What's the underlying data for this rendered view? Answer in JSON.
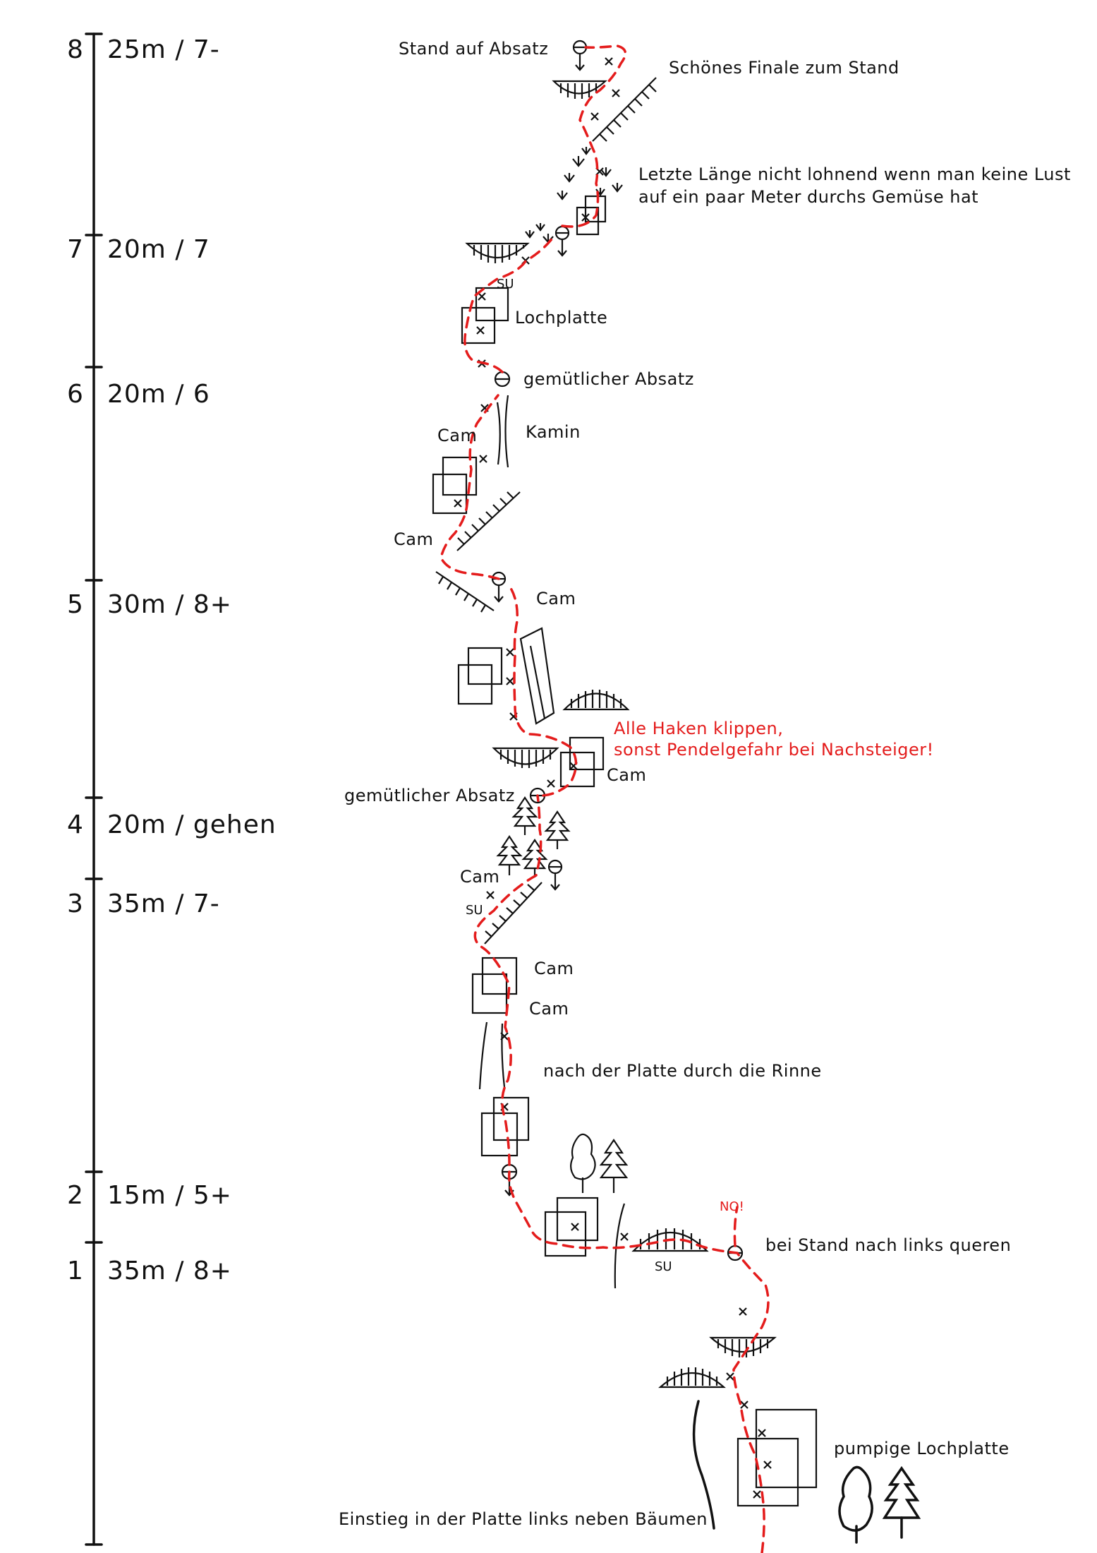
{
  "pitches": [
    {
      "number": "8",
      "info": "25m / 7-"
    },
    {
      "number": "7",
      "info": "20m / 7"
    },
    {
      "number": "6",
      "info": "20m / 6"
    },
    {
      "number": "5",
      "info": "30m / 8+"
    },
    {
      "number": "4",
      "info": "20m / gehen"
    },
    {
      "number": "3",
      "info": "35m / 7-"
    },
    {
      "number": "2",
      "info": "15m / 5+"
    },
    {
      "number": "1",
      "info": "35m / 8+"
    }
  ],
  "annotations": {
    "stand_auf_absatz": "Stand auf Absatz",
    "schoenes_finale": "Schönes Finale zum Stand",
    "letzte_laenge_1": "Letzte Länge nicht lohnend wenn man keine Lust",
    "letzte_laenge_2": "auf ein paar Meter durchs Gemüse hat",
    "lochplatte": "Lochplatte",
    "gemuetlicher_absatz_top": "gemütlicher Absatz",
    "kamin": "Kamin",
    "gemuetlicher_absatz_mid": "gemütlicher Absatz",
    "haken_1": "Alle Haken klippen,",
    "haken_2": "sonst Pendelgefahr bei Nachsteiger!",
    "rinne": "nach der Platte durch die Rinne",
    "no": "NO!",
    "queren": "bei Stand nach links queren",
    "pumpige_lochplatte": "pumpige Lochplatte",
    "einstieg": "Einstieg in der Platte links neben Bäumen",
    "cam": "Cam",
    "su": "SU"
  },
  "colors": {
    "route": "#e41c1c",
    "ink": "#111111",
    "warning_text": "#e41c1c"
  }
}
